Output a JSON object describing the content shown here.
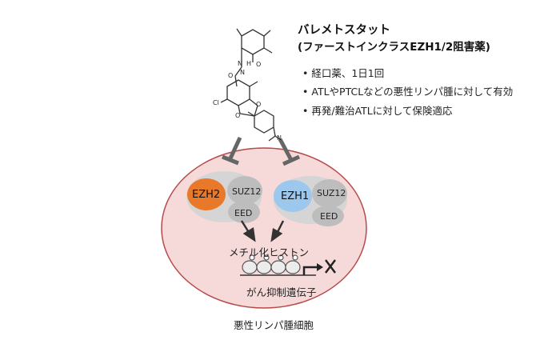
{
  "drug": {
    "name": "バレメトスタット",
    "class": "(ファーストインクラスEZH1/2阻害薬)",
    "bullets": [
      "経口薬、1日1回",
      "ATLやPTCLなどの悪性リンパ腫に対して有効",
      "再発/難治ATLに対して保険適応"
    ]
  },
  "structure": {
    "atoms": {
      "N": "N",
      "H": "H",
      "O": "O",
      "Cl": "Cl"
    }
  },
  "complex_ezh2": {
    "core": "EZH2",
    "suz12": "SUZ12",
    "eed": "EED"
  },
  "complex_ezh1": {
    "core": "EZH1",
    "suz12": "SUZ12",
    "eed": "EED"
  },
  "labels": {
    "methylated_histone": "メチル化ヒストン",
    "tumor_suppressor_genes": "がん抑制遺伝子",
    "cell": "悪性リンパ腫細胞"
  },
  "colors": {
    "cell_fill": "#F6DADA",
    "cell_stroke": "#B84A4A",
    "ezh2": "#E8782A",
    "ezh1": "#9CC8EE",
    "subunit": "#BDBDBD",
    "complex_bg": "#D5D5D5",
    "block_symbol": "#666666"
  }
}
